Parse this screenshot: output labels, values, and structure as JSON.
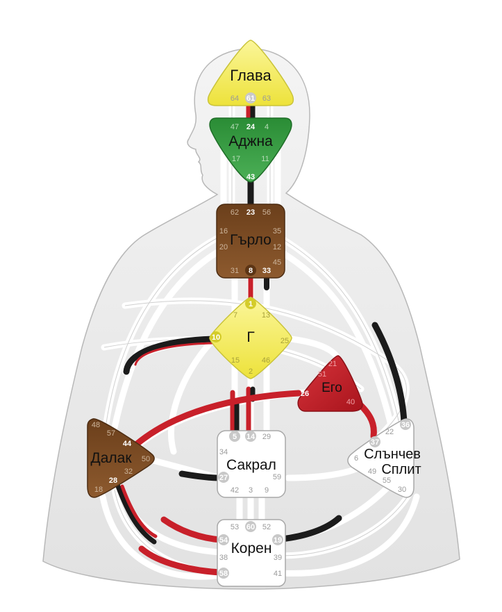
{
  "centers": {
    "head": {
      "label": "Глава",
      "fill": "#f4ec5a",
      "stroke": "#c9c33a"
    },
    "ajna": {
      "label": "Аджна",
      "fill": "#2f9a3c",
      "stroke": "#1f6e28"
    },
    "throat": {
      "label": "Гърло",
      "fill": "#7a4a22",
      "stroke": "#4c2c12"
    },
    "g": {
      "label": "Г",
      "fill": "#f4ec5a",
      "stroke": "#c9c33a"
    },
    "ego": {
      "label": "Его",
      "fill": "#c8202a",
      "stroke": "#8a1218"
    },
    "spleen": {
      "label": "Далак",
      "fill": "#7a4a22",
      "stroke": "#4c2c12"
    },
    "sacral": {
      "label": "Сакрал",
      "fill": "#ffffff",
      "stroke": "#a8a8a8"
    },
    "solar": {
      "label_line1": "Слънчев",
      "label_line2": "Сплит",
      "fill": "#ffffff",
      "stroke": "#a8a8a8"
    },
    "root": {
      "label": "Корен",
      "fill": "#ffffff",
      "stroke": "#a8a8a8"
    }
  },
  "gates": {
    "g64": "64",
    "g61": "61",
    "g63": "63",
    "g47": "47",
    "g24": "24",
    "g4": "4",
    "g17": "17",
    "g11": "11",
    "g43": "43",
    "g62": "62",
    "g23": "23",
    "g56": "56",
    "g16": "16",
    "g35": "35",
    "g20": "20",
    "g12": "12",
    "g45": "45",
    "g31": "31",
    "g8": "8",
    "g33": "33",
    "g1": "1",
    "g7": "7",
    "g13": "13",
    "g10": "10",
    "g25": "25",
    "g15": "15",
    "g46": "46",
    "g2": "2",
    "g21": "21",
    "g51": "51",
    "g26": "26",
    "g40": "40",
    "g48": "48",
    "g57": "57",
    "g44": "44",
    "g50": "50",
    "g32": "32",
    "g28": "28",
    "g18": "18",
    "g5": "5",
    "g14": "14",
    "g29": "29",
    "g34": "34",
    "g27": "27",
    "g59": "59",
    "g42": "42",
    "g3": "3",
    "g9": "9",
    "g36": "36",
    "g22": "22",
    "g37": "37",
    "g6": "6",
    "g49": "49",
    "g55": "55",
    "g30": "30",
    "g53": "53",
    "g60": "60",
    "g52": "52",
    "g54": "54",
    "g19": "19",
    "g38": "38",
    "g39": "39",
    "g58": "58",
    "g41": "41"
  },
  "colors": {
    "design_red": "#c8202a",
    "personality_black": "#1b1b1b",
    "channel_outline": "#c8c8c8",
    "body_fill": "#ececec",
    "body_outline": "#b8b8b8"
  }
}
